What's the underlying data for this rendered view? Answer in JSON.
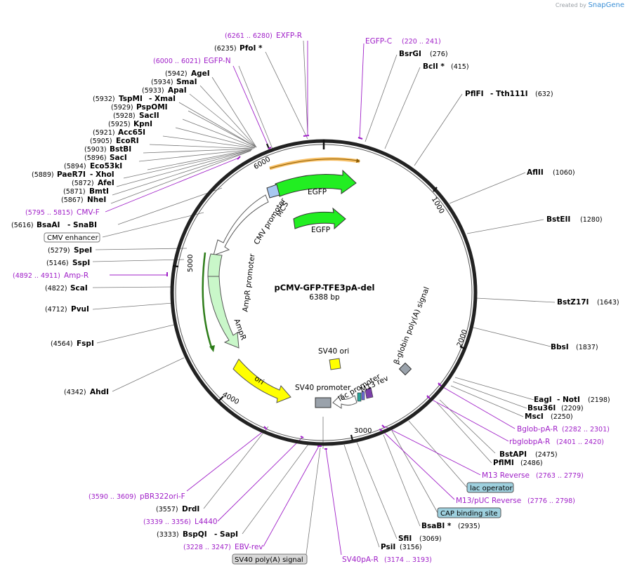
{
  "brand": {
    "created_by": "Created by",
    "product": "SnapGene"
  },
  "plasmid": {
    "name": "pCMV-GFP-TFE3pA-del",
    "size": "6388 bp"
  },
  "ticks": [
    "1000",
    "2000",
    "3000",
    "4000",
    "5000",
    "6000"
  ],
  "features": {
    "egfp_top": "EGFP",
    "egfp_mid": "EGFP",
    "mcs": "MCS",
    "cmv_promoter": "CMV promoter",
    "ampr_promoter": "AmpR promoter",
    "ampr": "AmpR",
    "ori": "ori",
    "sv40_ori": "SV40 ori",
    "sv40_promoter": "SV40 promoter",
    "lac_promoter": "lac promoter",
    "m13_rev": "M13 rev",
    "bglobin": "β-globin poly(A) signal"
  },
  "sites_left": [
    {
      "name": "PfoI *",
      "pos": "(6235)"
    },
    {
      "name": "AgeI",
      "pos": "(5942)"
    },
    {
      "name": "SmaI",
      "pos": "(5934)"
    },
    {
      "name": "ApaI",
      "pos": "(5933)"
    },
    {
      "name": "TspMI",
      "name2": "- XmaI",
      "pos": "(5932)"
    },
    {
      "name": "PspOMI",
      "pos": "(5929)"
    },
    {
      "name": "SacII",
      "pos": "(5928)"
    },
    {
      "name": "KpnI",
      "pos": "(5925)"
    },
    {
      "name": "Acc65I",
      "pos": "(5921)"
    },
    {
      "name": "EcoRI",
      "pos": "(5905)"
    },
    {
      "name": "BstBI",
      "pos": "(5903)"
    },
    {
      "name": "SacI",
      "pos": "(5896)"
    },
    {
      "name": "Eco53kI",
      "pos": "(5894)"
    },
    {
      "name": "PaeR7I",
      "name2": "- XhoI",
      "pos": "(5889)"
    },
    {
      "name": "AfeI",
      "pos": "(5872)"
    },
    {
      "name": "BmtI",
      "pos": "(5871)"
    },
    {
      "name": "NheI",
      "pos": "(5867)"
    },
    {
      "name": "BsaAI",
      "name2": "- SnaBI",
      "pos": "(5616)"
    },
    {
      "name": "SpeI",
      "pos": "(5279)"
    },
    {
      "name": "SspI",
      "pos": "(5146)"
    },
    {
      "name": "ScaI",
      "pos": "(4822)"
    },
    {
      "name": "PvuI",
      "pos": "(4712)"
    },
    {
      "name": "FspI",
      "pos": "(4564)"
    },
    {
      "name": "AhdI",
      "pos": "(4342)"
    },
    {
      "name": "DrdI",
      "pos": "(3557)"
    },
    {
      "name": "BspQI",
      "name2": "- SapI",
      "pos": "(3333)"
    }
  ],
  "sites_right": [
    {
      "name": "BsrGI",
      "pos": "(276)"
    },
    {
      "name": "BclI *",
      "pos": "(415)"
    },
    {
      "name": "PflFI",
      "name2": "- Tth111I",
      "pos": "(632)"
    },
    {
      "name": "AflII",
      "pos": "(1060)"
    },
    {
      "name": "BstEII",
      "pos": "(1280)"
    },
    {
      "name": "BstZ17I",
      "pos": "(1643)"
    },
    {
      "name": "BbsI",
      "pos": "(1837)"
    },
    {
      "name": "EagI",
      "name2": "- NotI",
      "pos": "(2198)"
    },
    {
      "name": "Bsu36I",
      "pos": "(2209)"
    },
    {
      "name": "MscI",
      "pos": "(2250)"
    },
    {
      "name": "BstAPI",
      "pos": "(2475)"
    },
    {
      "name": "PflMI",
      "pos": "(2486)"
    },
    {
      "name": "BsaBI *",
      "pos": "(2935)"
    },
    {
      "name": "SfiI",
      "pos": "(3069)"
    },
    {
      "name": "PsiI",
      "pos": "(3156)"
    }
  ],
  "primers": [
    {
      "name": "EXFP-R",
      "range": "(6261 .. 6280)"
    },
    {
      "name": "EGFP-N",
      "range": "(6000 .. 6021)"
    },
    {
      "name": "CMV-F",
      "range": "(5795 .. 5815)"
    },
    {
      "name": "Amp-R",
      "range": "(4892 .. 4911)"
    },
    {
      "name": "pBR322ori-F",
      "range": "(3590 .. 3609)"
    },
    {
      "name": "L4440",
      "range": "(3339 .. 3356)"
    },
    {
      "name": "EBV-rev",
      "range": "(3228 .. 3247)"
    },
    {
      "name": "SV40pA-R",
      "range": "(3174 .. 3193)"
    },
    {
      "name": "EGFP-C",
      "range": "(220 .. 241)"
    },
    {
      "name": "Bglob-pA-R",
      "range": "(2282 .. 2301)"
    },
    {
      "name": "rbglobpA-R",
      "range": "(2401 .. 2420)"
    },
    {
      "name": "M13 Reverse",
      "range": "(2763 .. 2779)"
    },
    {
      "name": "M13/pUC Reverse",
      "range": "(2776 .. 2798)"
    }
  ],
  "boxed": {
    "cmv_enhancer": "CMV enhancer",
    "lac_operator": "lac operator",
    "cap_site": "CAP binding site",
    "sv40_polya": "SV40 poly(A) signal"
  },
  "colors": {
    "backbone": "#222222",
    "egfp": "#22ee22",
    "ampr": "#c9f7c9",
    "ori": "#ffff00",
    "primer": "#a020c8",
    "misc_box": "#9ed0de",
    "grey_box": "#d8d8d8",
    "orange": "#f5b041",
    "mcs": "#a8c8f0"
  }
}
